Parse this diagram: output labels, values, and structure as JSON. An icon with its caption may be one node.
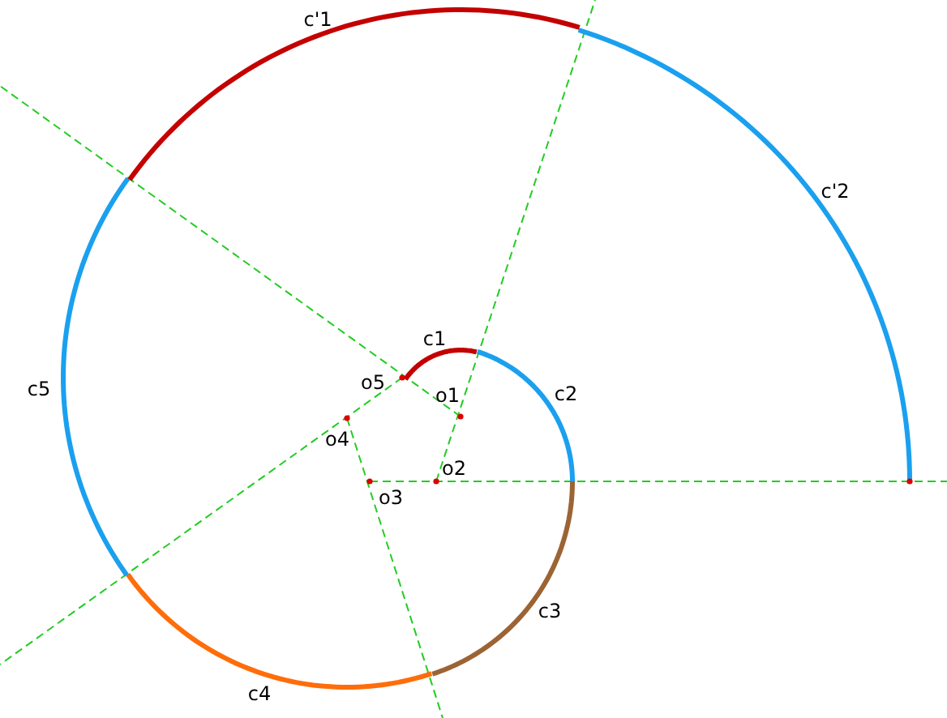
{
  "diagram": {
    "labels": [
      "c'1",
      "c'2",
      "c1",
      "o5",
      "c5",
      "c2",
      "o1",
      "o4",
      "o2",
      "o3",
      "c3",
      "c4"
    ]
  }
}
